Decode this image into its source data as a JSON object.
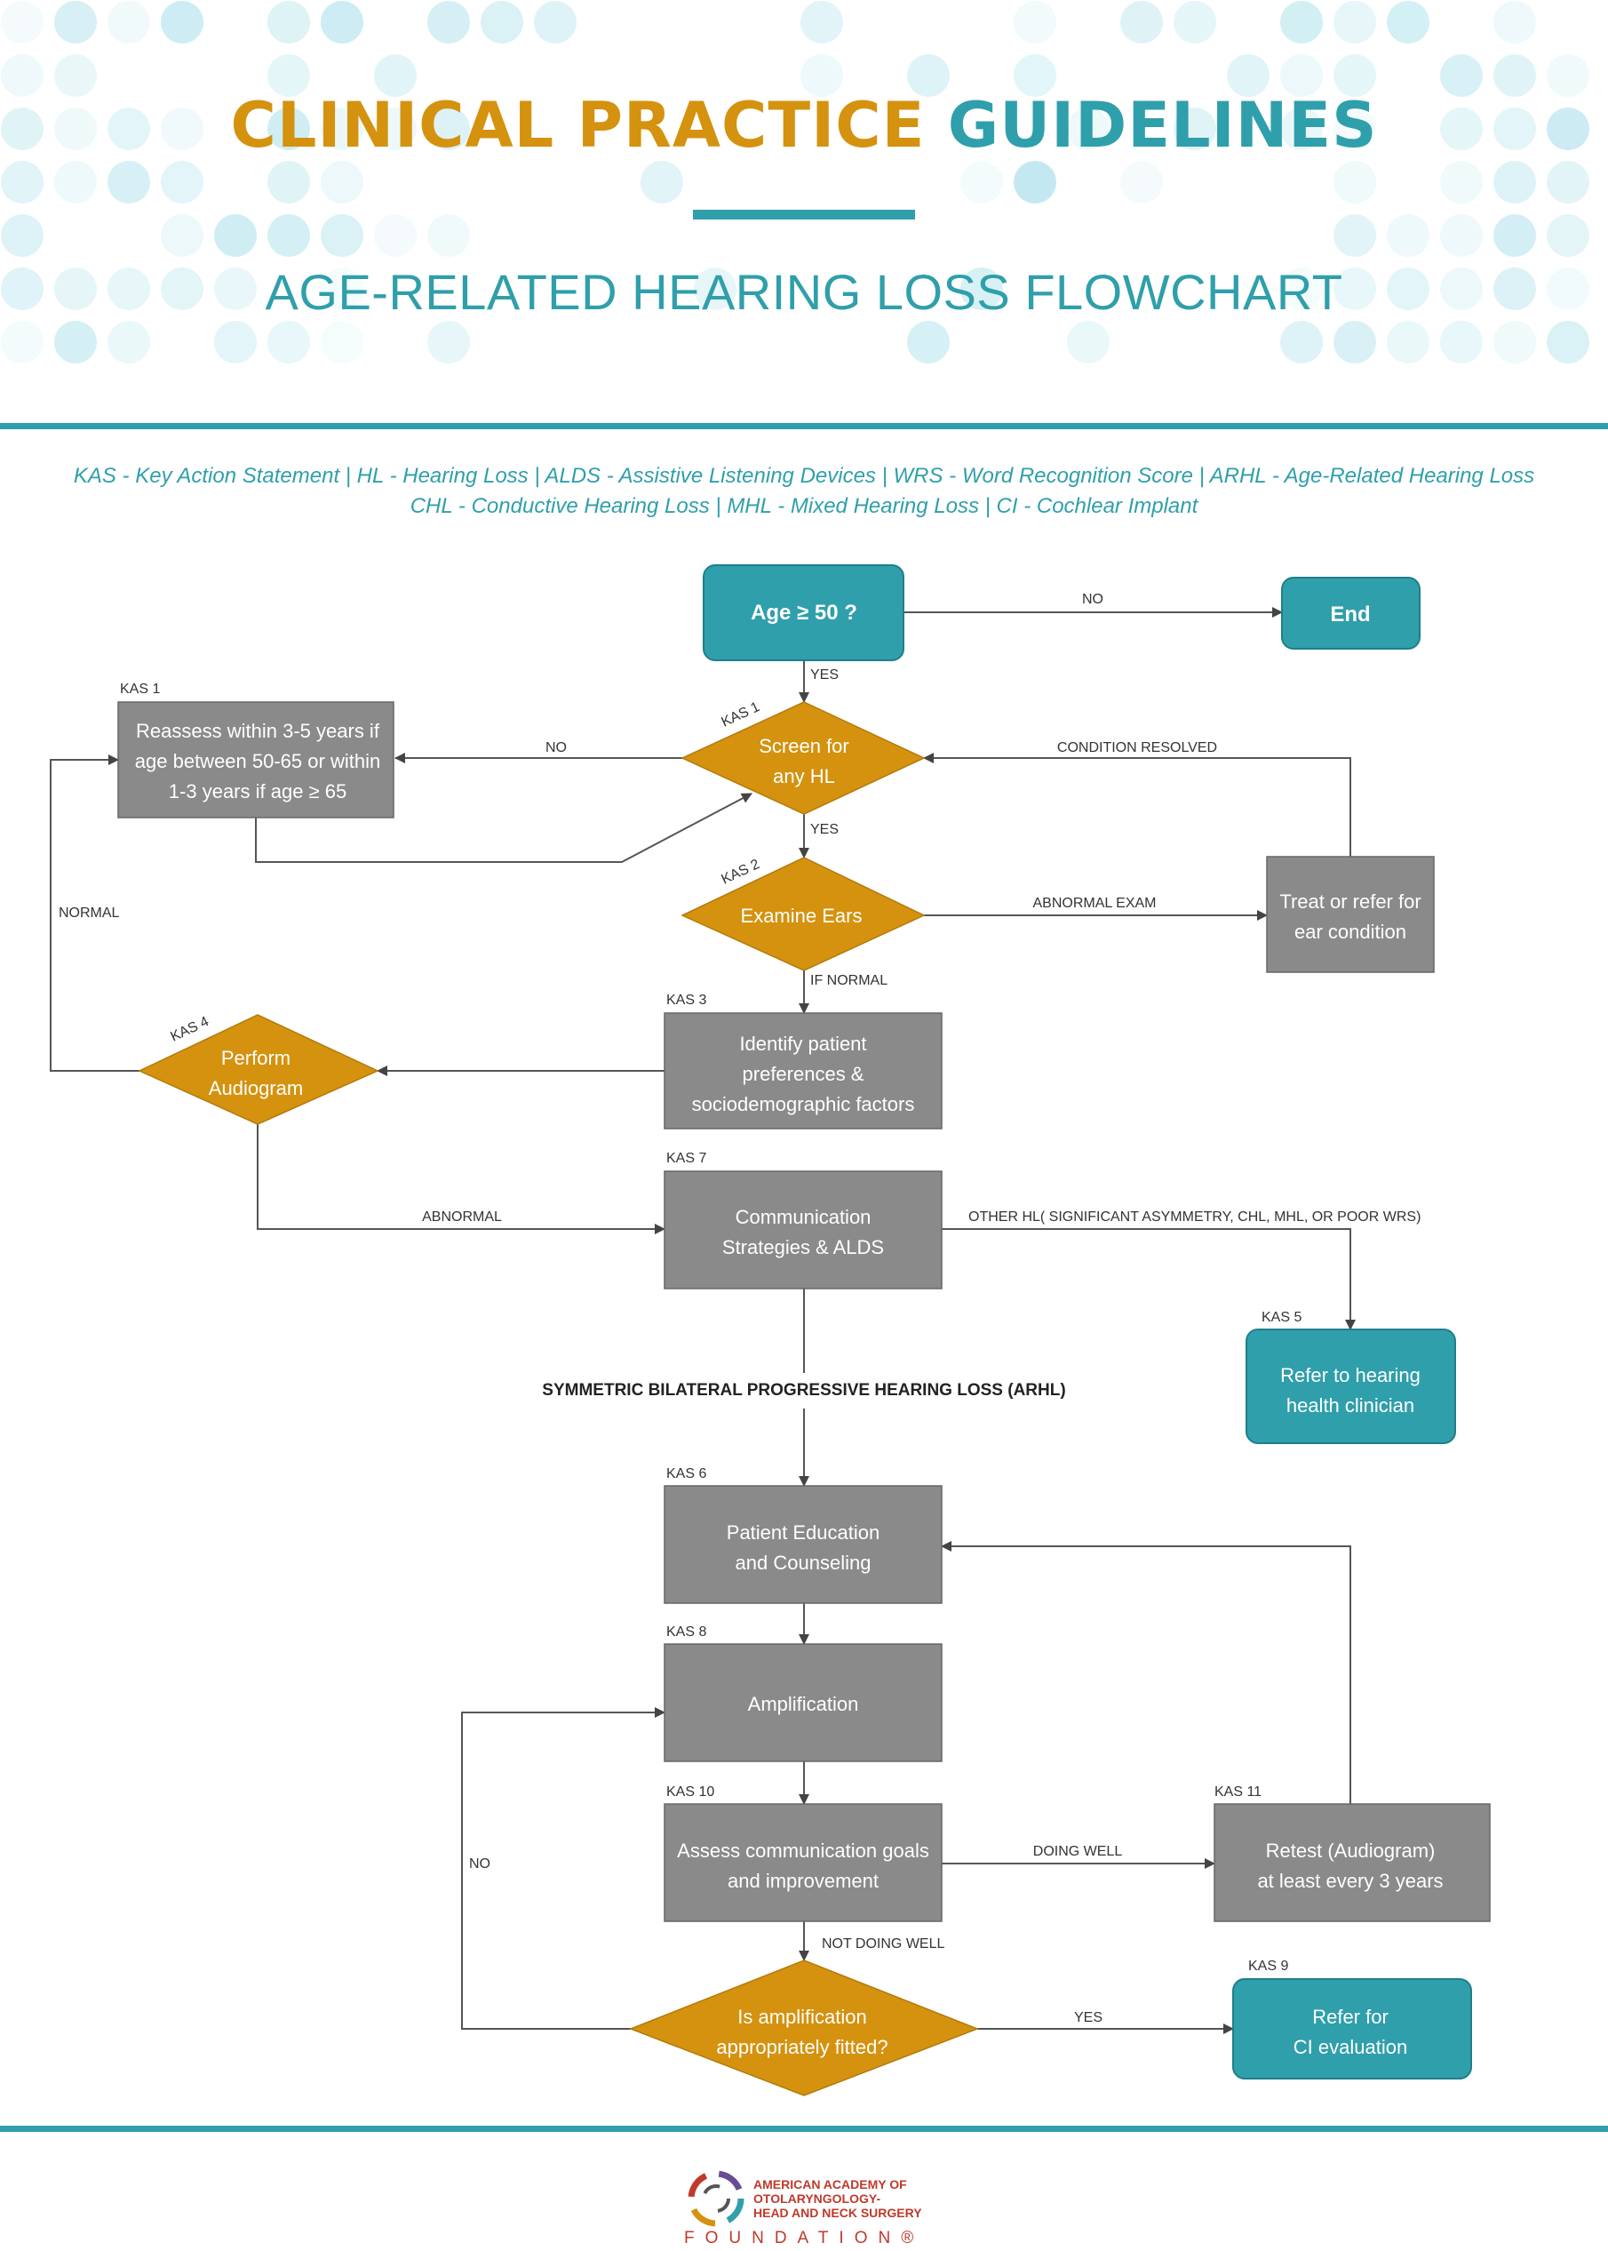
{
  "header": {
    "title_part1": "CLINICAL PRACTICE",
    "title_part2": "GUIDELINES",
    "subtitle": "AGE-RELATED HEARING LOSS FLOWCHART"
  },
  "legend": {
    "line1": "KAS - Key Action Statement  |  HL - Hearing Loss  |  ALDS - Assistive Listening Devices  |  WRS - Word Recognition Score  |  ARHL - Age-Related Hearing Loss",
    "line2": "CHL - Conductive Hearing Loss  |  MHL - Mixed Hearing Loss  |  CI - Cochlear Implant"
  },
  "nodes": {
    "age": {
      "text": "Age ≥ 50 ?"
    },
    "end": {
      "text": "End"
    },
    "reassess": {
      "tag": "KAS 1",
      "lines": [
        "Reassess within 3-5 years if",
        "age between 50-65 or within",
        "1-3 years if age ≥ 65"
      ]
    },
    "screen": {
      "tag": "KAS 1",
      "lines": [
        "Screen for",
        "any HL"
      ]
    },
    "examine": {
      "tag": "KAS 2",
      "lines": [
        "Examine Ears"
      ]
    },
    "treat": {
      "lines": [
        "Treat or refer for",
        "ear condition"
      ]
    },
    "identify": {
      "tag": "KAS 3",
      "lines": [
        "Identify patient",
        "preferences &",
        "sociodemographic factors"
      ]
    },
    "audiogram": {
      "tag": "KAS 4",
      "lines": [
        "Perform",
        "Audiogram"
      ]
    },
    "comm": {
      "tag": "KAS 7",
      "lines": [
        "Communication",
        "Strategies & ALDS"
      ]
    },
    "refer_hearing": {
      "tag": "KAS 5",
      "lines": [
        "Refer to hearing",
        "health clinician"
      ]
    },
    "education": {
      "tag": "KAS 6",
      "lines": [
        "Patient Education",
        "and Counseling"
      ]
    },
    "amplification": {
      "tag": "KAS 8",
      "lines": [
        "Amplification"
      ]
    },
    "assess": {
      "tag": "KAS 10",
      "lines": [
        "Assess communication goals",
        "and improvement"
      ]
    },
    "retest": {
      "tag": "KAS 11",
      "lines": [
        "Retest (Audiogram)",
        "at least every 3 years"
      ]
    },
    "fitted": {
      "lines": [
        "Is amplification",
        "appropriately fitted?"
      ]
    },
    "refer_ci": {
      "tag": "KAS 9",
      "lines": [
        "Refer for",
        "CI evaluation"
      ]
    }
  },
  "edge_labels": {
    "no_end": "NO",
    "yes_screen": "YES",
    "no_reassess": "NO",
    "condition_resolved": "CONDITION RESOLVED",
    "yes_examine": "YES",
    "abnormal_exam": "ABNORMAL EXAM",
    "if_normal": "IF NORMAL",
    "normal": "NORMAL",
    "abnormal": "ABNORMAL",
    "other_hl": "OTHER HL( SIGNIFICANT ASYMMETRY, CHL, MHL, OR POOR WRS)",
    "arhl": "SYMMETRIC BILATERAL PROGRESSIVE HEARING LOSS (ARHL)",
    "doing_well": "DOING WELL",
    "not_doing_well": "NOT DOING WELL",
    "no_fitted": "NO",
    "yes_ci": "YES"
  },
  "footer": {
    "org_line1": "AMERICAN ACADEMY OF",
    "org_line2": "OTOLARYNGOLOGY-",
    "org_line3": "HEAD AND NECK SURGERY",
    "foundation": "FOUNDATION®"
  },
  "colors": {
    "teal": "#2f9fab",
    "gold": "#d4920f",
    "gray_box": "#8a8a8a",
    "orange_diamond": "#d4920f",
    "org_red": "#c0392b"
  }
}
